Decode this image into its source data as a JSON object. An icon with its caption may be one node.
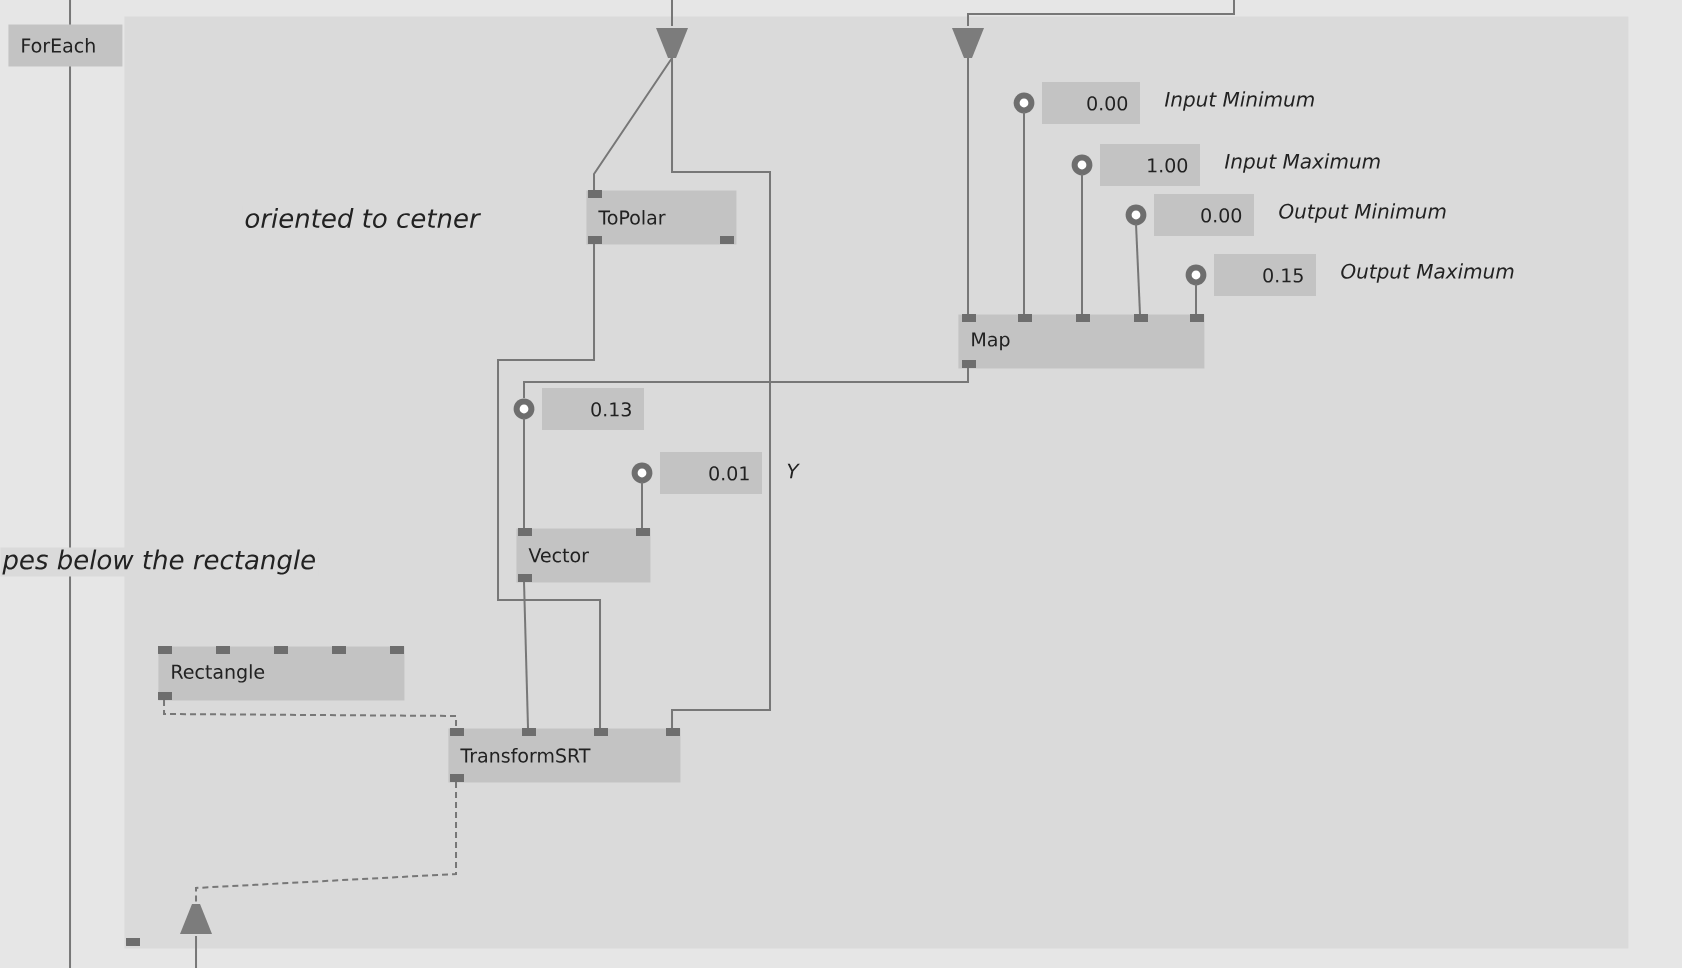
{
  "diagram": {
    "nodes": [
      {
        "text": [
          "ForEach"
        ]
      },
      {
        "text": [],
        "shape": "box"
      },
      {
        "text": [],
        "shape": "trapezoid",
        "in": 1
      },
      {
        "text": [],
        "shape": "trapezoid",
        "in": 1
      },
      {
        "text": [
          "ToPolar"
        ],
        "in": 1
      },
      {
        "text": [
          "0.00"
        ],
        "beside": [
          "Input Minimum"
        ],
        "in": 1
      },
      {
        "text": [
          "1.00"
        ],
        "beside": [
          "Input Maximum"
        ],
        "in": 1
      },
      {
        "text": [
          "0.00"
        ],
        "beside": [
          "Output Minimum"
        ],
        "in": 1
      },
      {
        "text": [
          "0.15"
        ],
        "beside": [
          "Output Maximum"
        ],
        "in": 1
      },
      {
        "text": [
          "Map"
        ],
        "in": 1
      },
      {
        "text": [
          "0.13"
        ],
        "in": 1
      },
      {
        "text": [
          "0.01"
        ],
        "beside": [
          "Y"
        ],
        "in": 1
      },
      {
        "text": [
          "Vector"
        ],
        "in": 1
      },
      {
        "text": [
          "Rectangle"
        ],
        "in": 1
      },
      {
        "text": [
          "TransformSRT"
        ],
        "in": 1
      },
      {
        "text": [],
        "shape": "trapezoid",
        "in": 1
      }
    ],
    "edges": [
      {
        "from": null,
        "to": 2,
        "arrow": "none"
      },
      {
        "from": null,
        "to": 3,
        "arrow": "none"
      },
      {
        "from": 2,
        "to": 4,
        "arrow": "none"
      },
      {
        "from": 2,
        "to": 14,
        "arrow": "none"
      },
      {
        "from": 3,
        "to": 9,
        "arrow": "none"
      },
      {
        "from": 5,
        "to": 9,
        "arrow": "none"
      },
      {
        "from": 6,
        "to": 9,
        "arrow": "none"
      },
      {
        "from": 7,
        "to": 9,
        "arrow": "none"
      },
      {
        "from": 8,
        "to": 9,
        "arrow": "none"
      },
      {
        "from": 9,
        "to": 10,
        "arrow": "none"
      },
      {
        "from": 10,
        "to": 12,
        "arrow": "none"
      },
      {
        "from": 4,
        "to": 14,
        "arrow": "none"
      },
      {
        "from": 11,
        "to": 12,
        "arrow": "none"
      },
      {
        "from": 12,
        "to": 14,
        "arrow": "none"
      },
      {
        "from": 13,
        "to": 14,
        "arrow": "none",
        "style": "dashed"
      },
      {
        "from": 14,
        "to": 15,
        "arrow": "none",
        "style": "dashed"
      },
      {
        "from": 15,
        "to": null,
        "arrow": "none"
      }
    ],
    "labels": [
      "oriented to cetner",
      "pes below the rectangle"
    ]
  }
}
